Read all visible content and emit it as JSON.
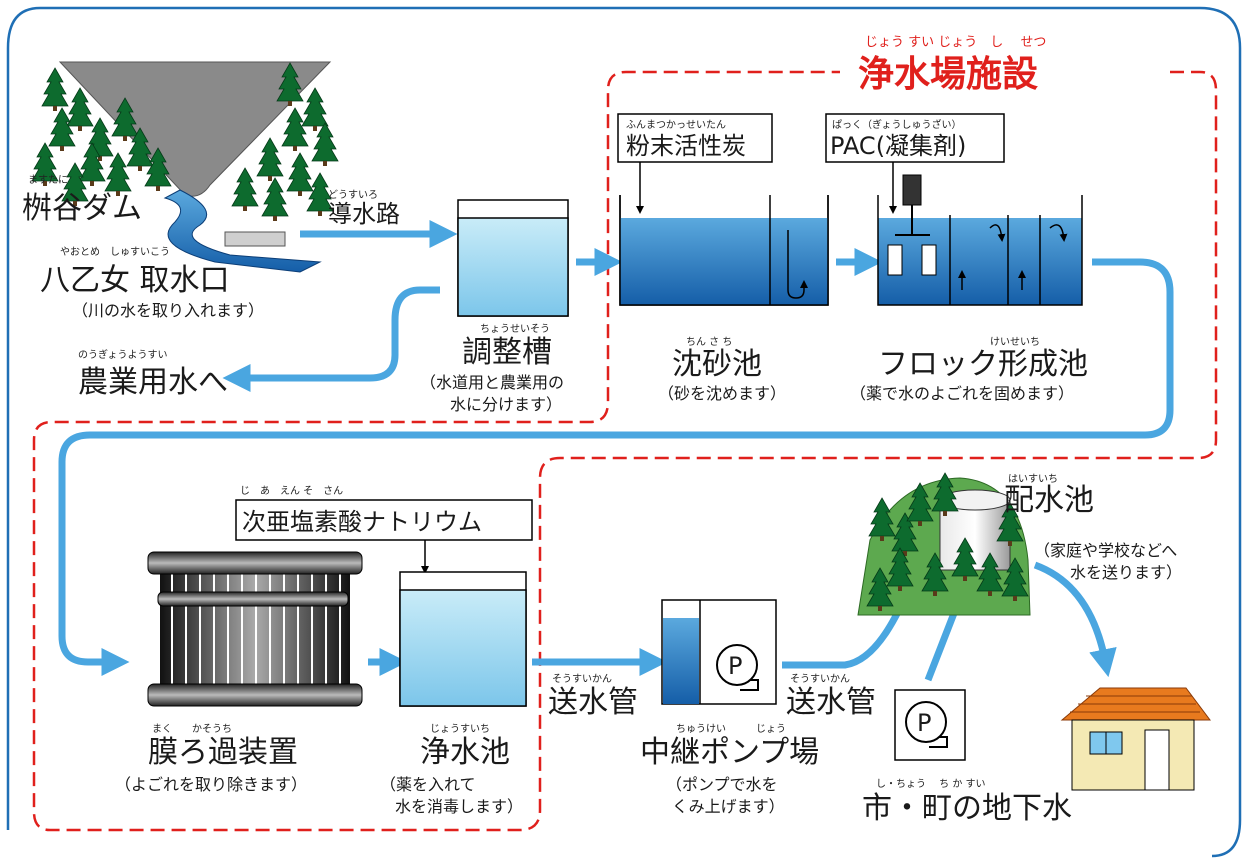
{
  "title": {
    "ruby": "じょう すい じょう　し　 せつ",
    "text": "浄水場施設"
  },
  "dam": {
    "ruby": "ますたに",
    "text": "桝谷ダム"
  },
  "intake": {
    "ruby": "やおとめ　しゅすいこう",
    "text": "八乙女 取水口",
    "note": "（川の水を取り入れます）"
  },
  "conduit": {
    "ruby": "どうすいろ",
    "text": "導水路"
  },
  "adjust_tank": {
    "ruby": "ちょうせいそう",
    "text": "調整槽",
    "note1": "（水道用と農業用の",
    "note2": "水に分けます）"
  },
  "agri": {
    "ruby": "のうぎょうようすい",
    "text": "農業用水へ"
  },
  "powder": {
    "ruby": "ふんまつかっせいたん",
    "text": "粉末活性炭"
  },
  "pac": {
    "ruby": "ぱっく（ぎょうしゅうざい）",
    "text": "PAC(凝集剤)"
  },
  "sand_pond": {
    "ruby": "ちん さ ち",
    "text": "沈砂池",
    "note": "（砂を沈めます）"
  },
  "floc": {
    "ruby": "けいせいち",
    "text": "フロック形成池",
    "note": "（薬で水のよごれを固めます）"
  },
  "hypo": {
    "ruby": "じ　あ　えん そ　さん",
    "text": "次亜塩素酸ナトリウム"
  },
  "membrane": {
    "ruby": "まく　　かそうち",
    "text": "膜ろ過装置",
    "note": "（よごれを取り除きます）"
  },
  "clear_pond": {
    "ruby": "じょうすいち",
    "text": "浄水池",
    "note1": "（薬を入れて",
    "note2": "水を消毒します）"
  },
  "pipe1": {
    "ruby": "そうすいかん",
    "text": "送水管"
  },
  "pipe2": {
    "ruby": "そうすいかん",
    "text": "送水管"
  },
  "relay": {
    "ruby": "ちゅうけい　　　じょう",
    "text": "中継ポンプ場",
    "note1": "（ポンプで水を",
    "note2": "くみ上げます）"
  },
  "dist_pond": {
    "ruby": "はいすいち",
    "text": "配水池",
    "note1": "（家庭や学校などへ",
    "note2": "水を送ります）"
  },
  "groundwater": {
    "ruby": "し・ちょう　 ち か すい",
    "text": "市・町の地下水"
  },
  "pump_symbol": "P",
  "colors": {
    "frame": "#1f6fb5",
    "dash": "#e0201c",
    "water_dark": "#1a64b0",
    "water_light": "#9fd4ee",
    "arrow": "#4aa6e0",
    "tree": "#0d6b2e"
  }
}
